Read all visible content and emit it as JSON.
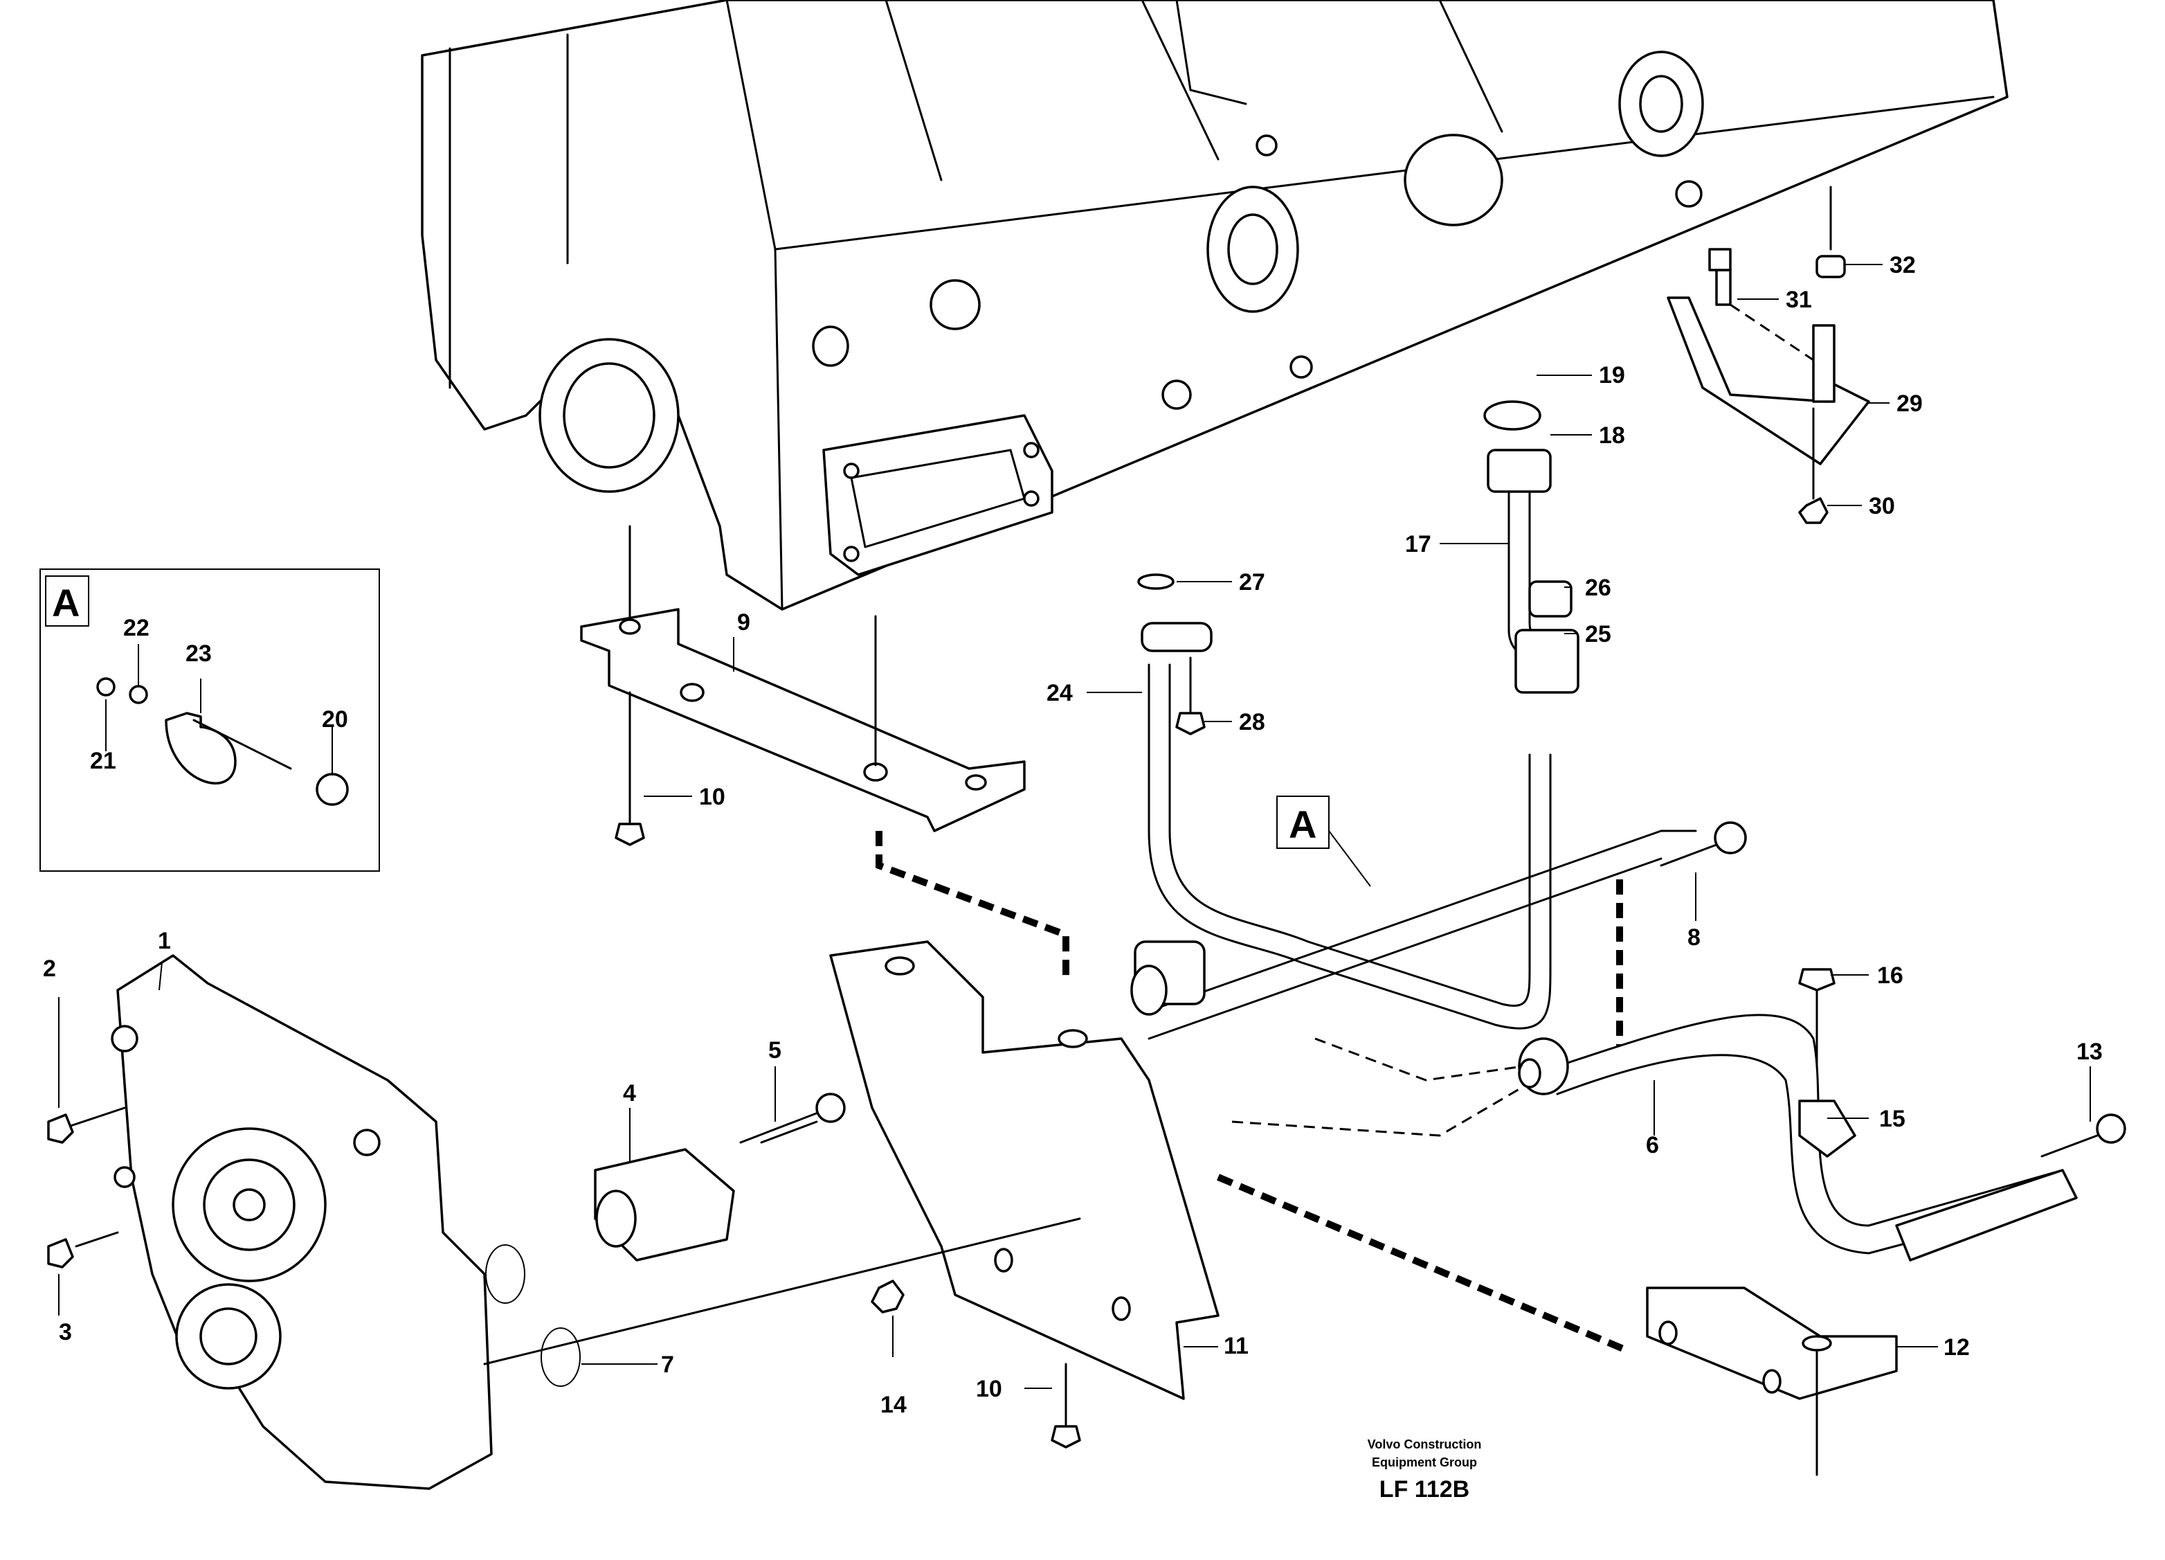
{
  "labels": {
    "p1": "1",
    "p2": "2",
    "p3": "3",
    "p4": "4",
    "p5": "5",
    "p6": "6",
    "p7": "7",
    "p8": "8",
    "p9": "9",
    "p10a": "10",
    "p10b": "10",
    "p11": "11",
    "p12": "12",
    "p13": "13",
    "p14": "14",
    "p15": "15",
    "p16": "16",
    "p17": "17",
    "p18": "18",
    "p19": "19",
    "p20": "20",
    "p21": "21",
    "p22": "22",
    "p23": "23",
    "p24": "24",
    "p25": "25",
    "p26": "26",
    "p27": "27",
    "p28": "28",
    "p29": "29",
    "p30": "30",
    "p31": "31",
    "p32": "32"
  },
  "detail": {
    "inset_letter": "A",
    "callout_letter": "A"
  },
  "footer": {
    "line1": "Volvo Construction",
    "line2": "Equipment Group",
    "code": "LF 112B"
  }
}
